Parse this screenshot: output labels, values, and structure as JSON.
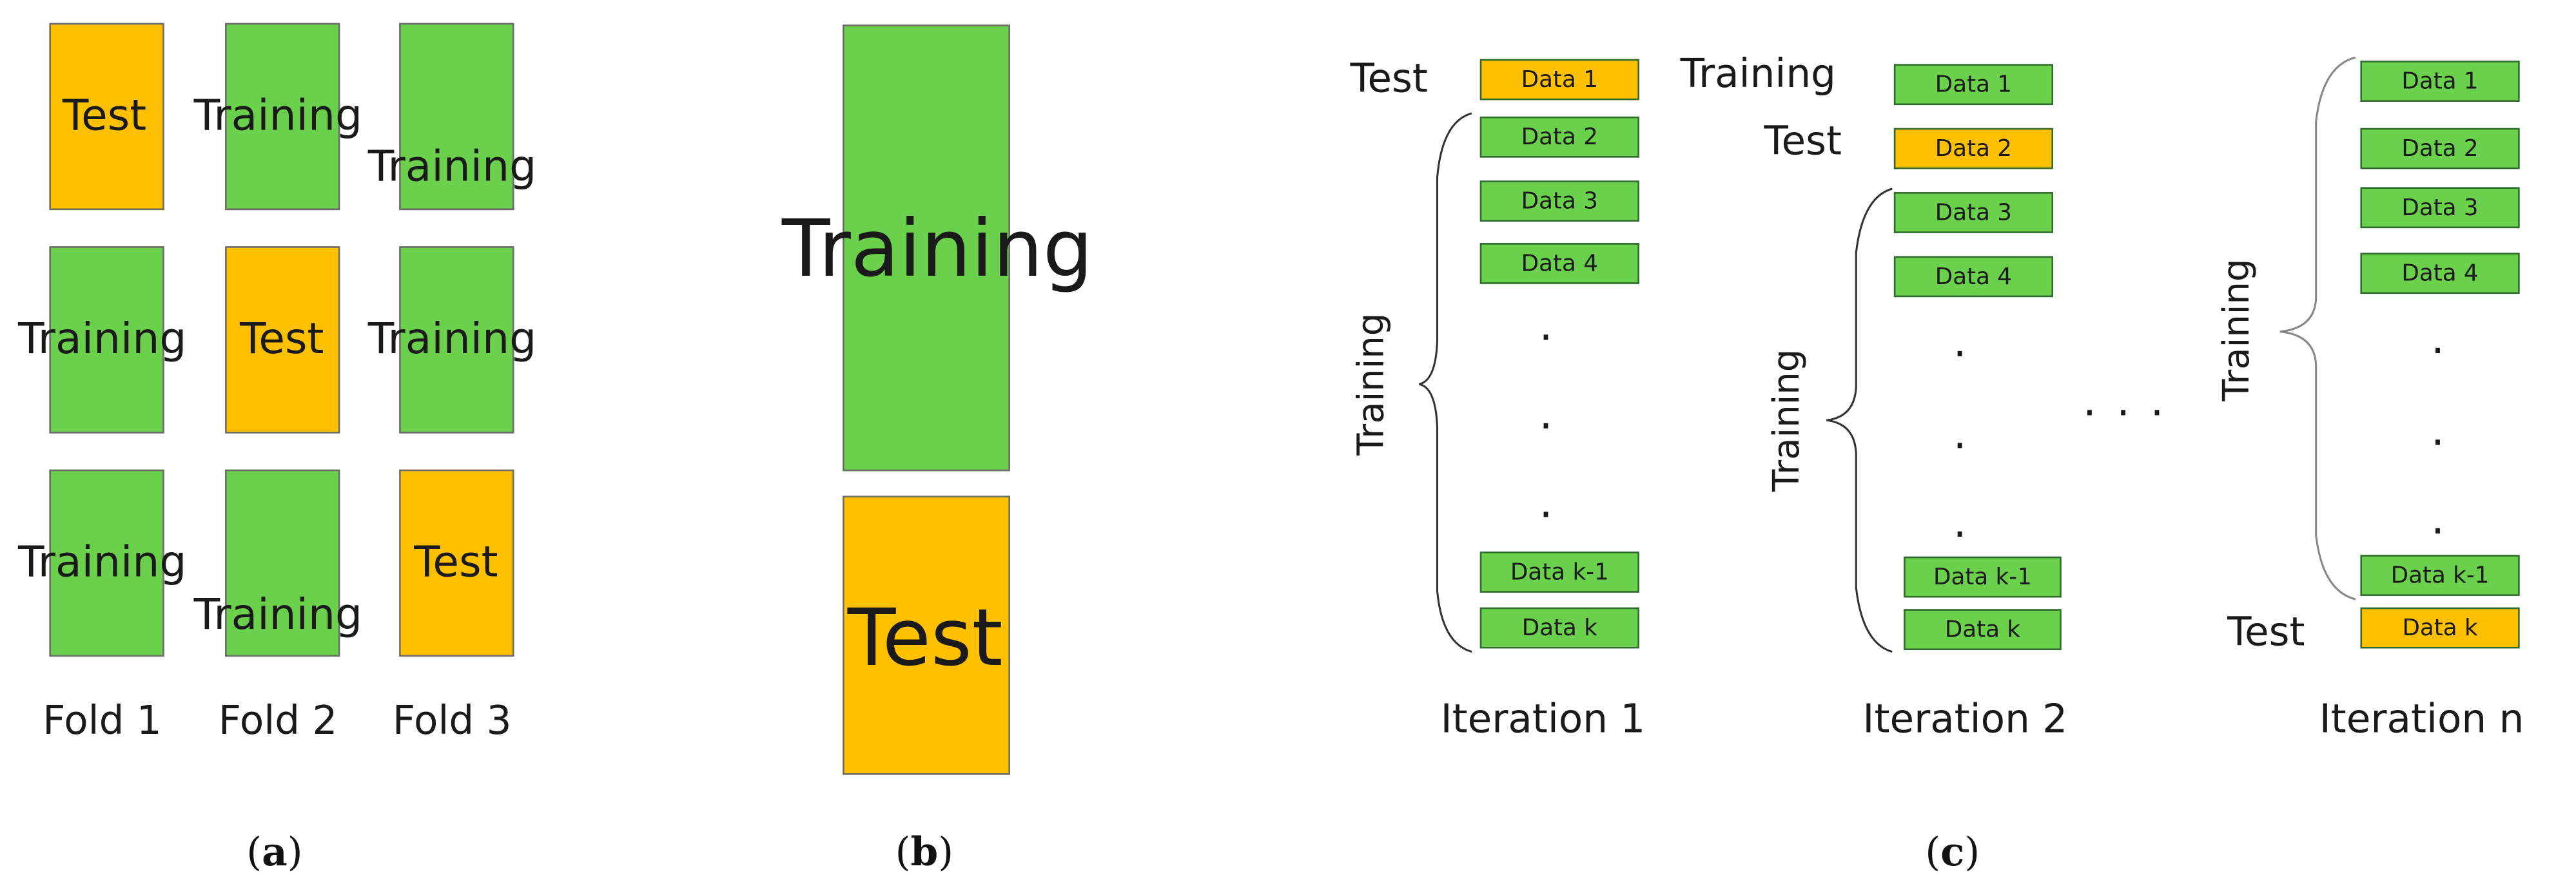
{
  "colors": {
    "train": "#6bd04b",
    "test": "#ffc000",
    "chip_border": "#2f6b2f",
    "box_border": "#6b6b6b"
  },
  "panel_a": {
    "cells": [
      [
        "Test",
        "Training",
        "Training"
      ],
      [
        "Training",
        "Test",
        "Training"
      ],
      [
        "Training",
        "Training",
        "Test"
      ]
    ],
    "folds": [
      "Fold 1",
      "Fold 2",
      "Fold 3"
    ],
    "caption": "a"
  },
  "panel_b": {
    "train_label": "Training",
    "test_label": "Test",
    "caption": "b"
  },
  "panel_c": {
    "iterations": [
      {
        "label": "Iteration 1",
        "side_labels": {
          "test": "Test",
          "training": "Training"
        },
        "chips": [
          "Data 1",
          "Data 2",
          "Data 3",
          "Data 4",
          "Data k-1",
          "Data k"
        ],
        "test_index": 0
      },
      {
        "label": "Iteration 2",
        "side_labels": {
          "training_top": "Training",
          "test": "Test",
          "training": "Training"
        },
        "chips": [
          "Data 1",
          "Data 2",
          "Data 3",
          "Data 4",
          "Data k-1",
          "Data k"
        ],
        "test_index": 1
      },
      {
        "label": "Iteration n",
        "side_labels": {
          "training": "Training",
          "test": "Test"
        },
        "chips": [
          "Data 1",
          "Data 2",
          "Data 3",
          "Data 4",
          "Data k-1",
          "Data k"
        ],
        "test_index": 5
      }
    ],
    "dots": ".",
    "ellipsis": ". . .",
    "caption": "c"
  }
}
